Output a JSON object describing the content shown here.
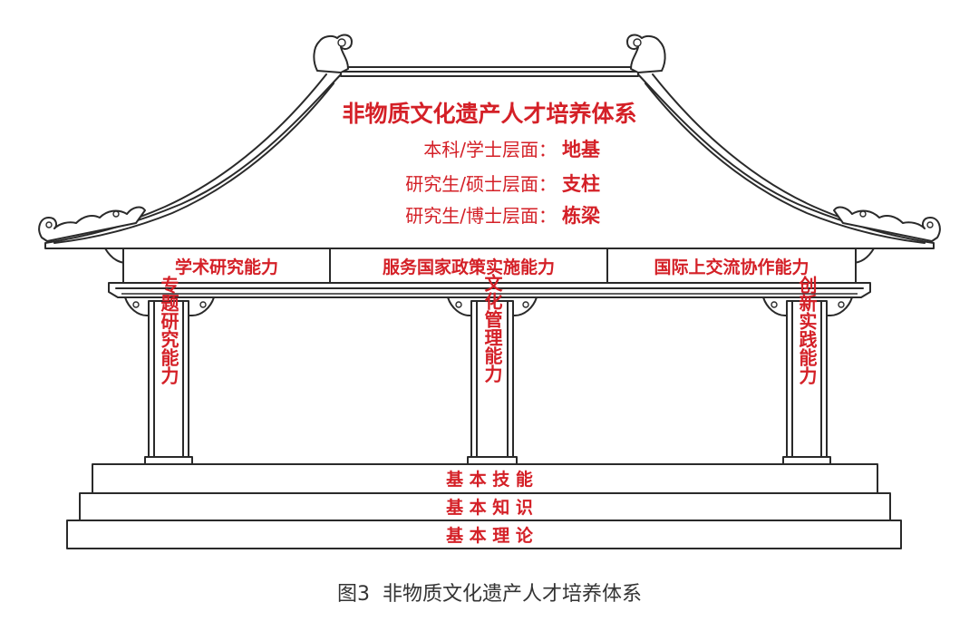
{
  "colors": {
    "accent": "#d42027",
    "line": "#2a2a2a",
    "caption": "#333333"
  },
  "roof": {
    "title": "非物质文化遗产人才培养体系",
    "levels": [
      {
        "label": "本科/学士层面：",
        "value": "地基"
      },
      {
        "label": "研究生/硕士层面：",
        "value": "支柱"
      },
      {
        "label": "研究生/博士层面：",
        "value": "栋梁"
      }
    ]
  },
  "beam": {
    "cells": [
      "学术研究能力",
      "服务国家政策实施能力",
      "国际上交流协作能力"
    ]
  },
  "pillars": [
    "专题研究能力",
    "文化管理能力",
    "创新实践能力"
  ],
  "steps": [
    "基 本 技 能",
    "基 本 知 识",
    "基 本 理 论"
  ],
  "caption": "图3  非物质文化遗产人才培养体系"
}
